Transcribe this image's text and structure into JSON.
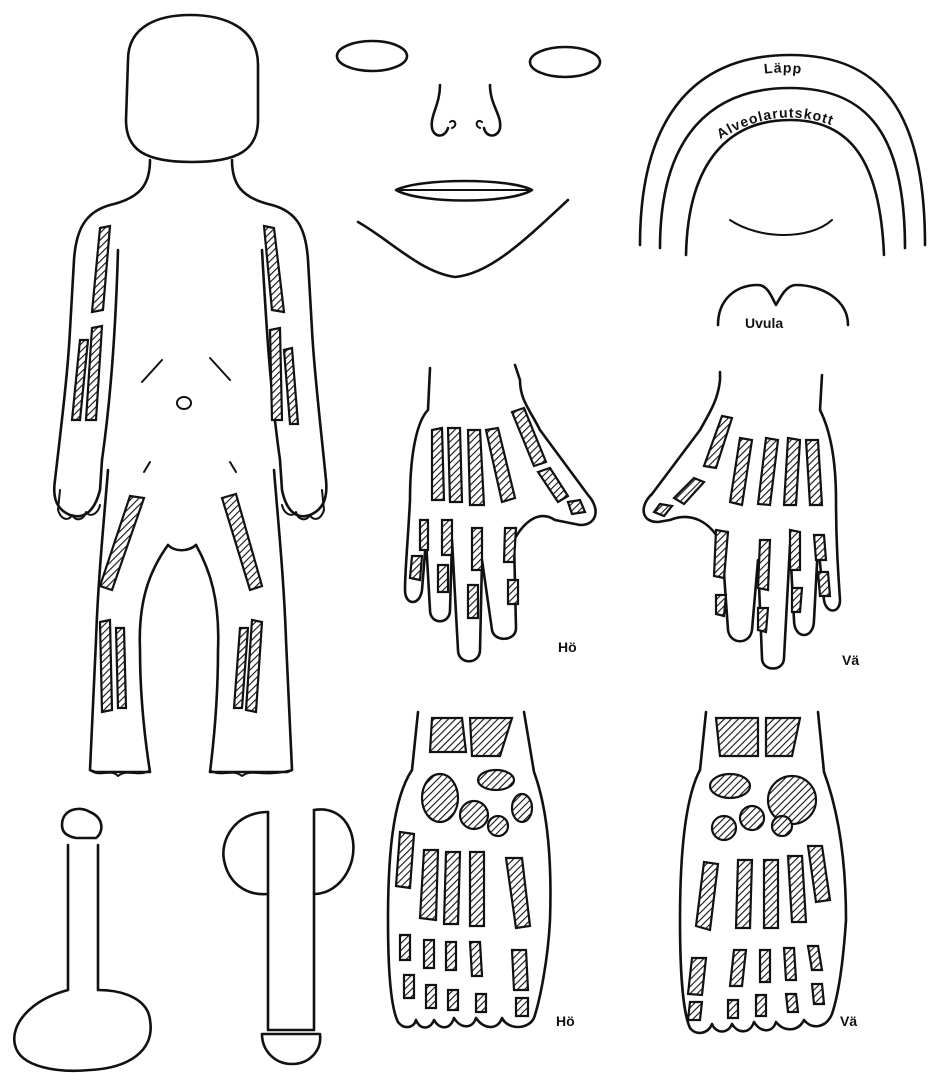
{
  "labels": {
    "lip": "Läpp",
    "alveolar_process": "Alveolarutskott",
    "uvula": "Uvula",
    "right_hand": "Hö",
    "left_hand": "Vä",
    "right_foot": "Hö",
    "left_foot": "Vä"
  }
}
